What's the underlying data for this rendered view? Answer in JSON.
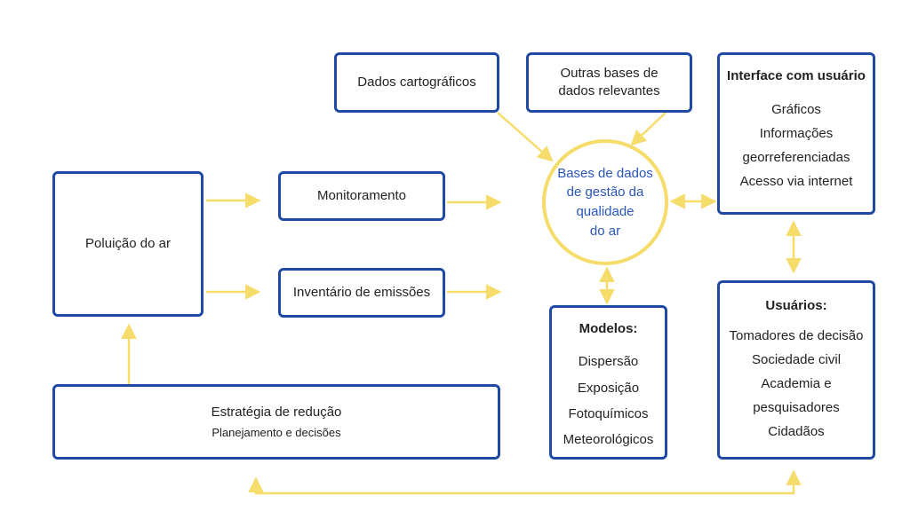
{
  "accent_color": "#1f4aa3",
  "arrow_color": "#f6dc6a",
  "circle_text_color": "#2a56b8",
  "nodes": {
    "dados_cartograficos": {
      "label": "Dados cartográficos"
    },
    "outras_bases": {
      "label": "Outras bases de\ndados relevantes"
    },
    "interface": {
      "title": "Interface com usuário",
      "items": [
        "Gráficos",
        "Informações",
        "georreferenciadas",
        "Acesso via internet"
      ]
    },
    "poluicao": {
      "label": "Poluição do ar"
    },
    "monitoramento": {
      "label": "Monitoramento"
    },
    "inventario": {
      "label": "Inventário de emissões"
    },
    "bases_centrais": {
      "label": "Bases de dados\nde gestão da\nqualidade\ndo ar"
    },
    "modelos": {
      "title": "Modelos:",
      "items": [
        "Dispersão",
        "Exposição",
        "Fotoquímicos",
        "Meteorológicos"
      ]
    },
    "usuarios": {
      "title": "Usuários:",
      "items": [
        "Tomadores de decisão",
        "Sociedade civil",
        "Academia e",
        "pesquisadores",
        "Cidadãos"
      ]
    },
    "estrategia": {
      "title": "Estratégia de redução",
      "subtitle": "Planejamento e decisões"
    }
  }
}
